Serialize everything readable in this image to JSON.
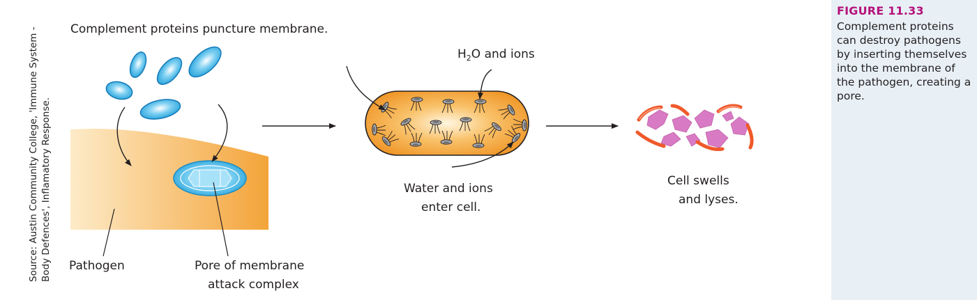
{
  "figure": {
    "number": "FIGURE 11.33",
    "caption": "Complement proteins can destroy pathogens by inserting themselves into the membrane of the pathogen, creating a pore."
  },
  "source": {
    "line1": "Source:  Austin Community College, 'Immune System -",
    "line2": "Body Defences', Inflamatory Response."
  },
  "labels": {
    "step1_title": "Complement proteins puncture membrane.",
    "pathogen": "Pathogen",
    "pore_line1": "Pore of membrane",
    "pore_line2": "attack complex",
    "h2o_h": "H",
    "h2o_sub": "2",
    "h2o_rest": "O and ions",
    "water_line1": "Water and ions",
    "water_line2": "enter cell.",
    "lyse_line1": "Cell swells",
    "lyse_line2": "and lyses."
  },
  "colors": {
    "protein_blue": "#29a8e0",
    "pathogen_orange": "#f4a23c",
    "fragment_pink": "#d97bc4",
    "fragment_edge": "#f0592a",
    "caption_accent": "#b5127a",
    "caption_bg": "#e8f0f6"
  },
  "icons": [
    "complement-protein-icon",
    "membrane-pore-icon",
    "pore-channel-icon",
    "arrow-right-icon",
    "curved-arrow-icon",
    "lysed-fragment-icon"
  ]
}
